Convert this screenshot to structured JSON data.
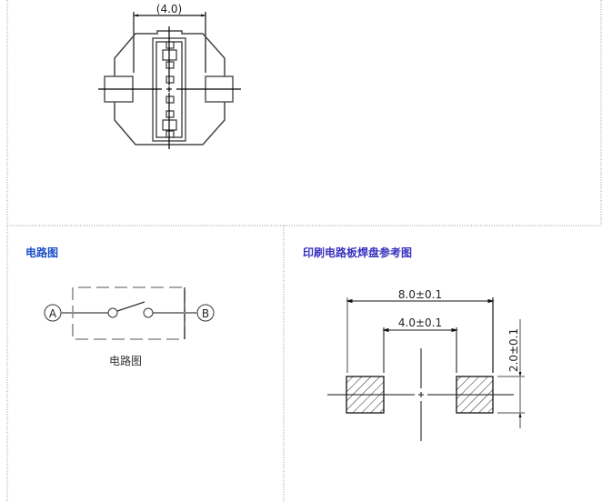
{
  "top_drawing": {
    "dimension_label": "(4.0)"
  },
  "circuit": {
    "title": "电路图",
    "terminal_a": "A",
    "terminal_b": "B",
    "caption": "电路图"
  },
  "pcb_pad": {
    "title": "印刷电路板焊盘参考图",
    "dim_overall": "8.0±0.1",
    "dim_inner": "4.0±0.1",
    "dim_height": "2.0±0.1"
  },
  "colors": {
    "circuit_title": "#1a4fc8",
    "pcb_title": "#3a32c0",
    "border": "#9a9a9a"
  }
}
